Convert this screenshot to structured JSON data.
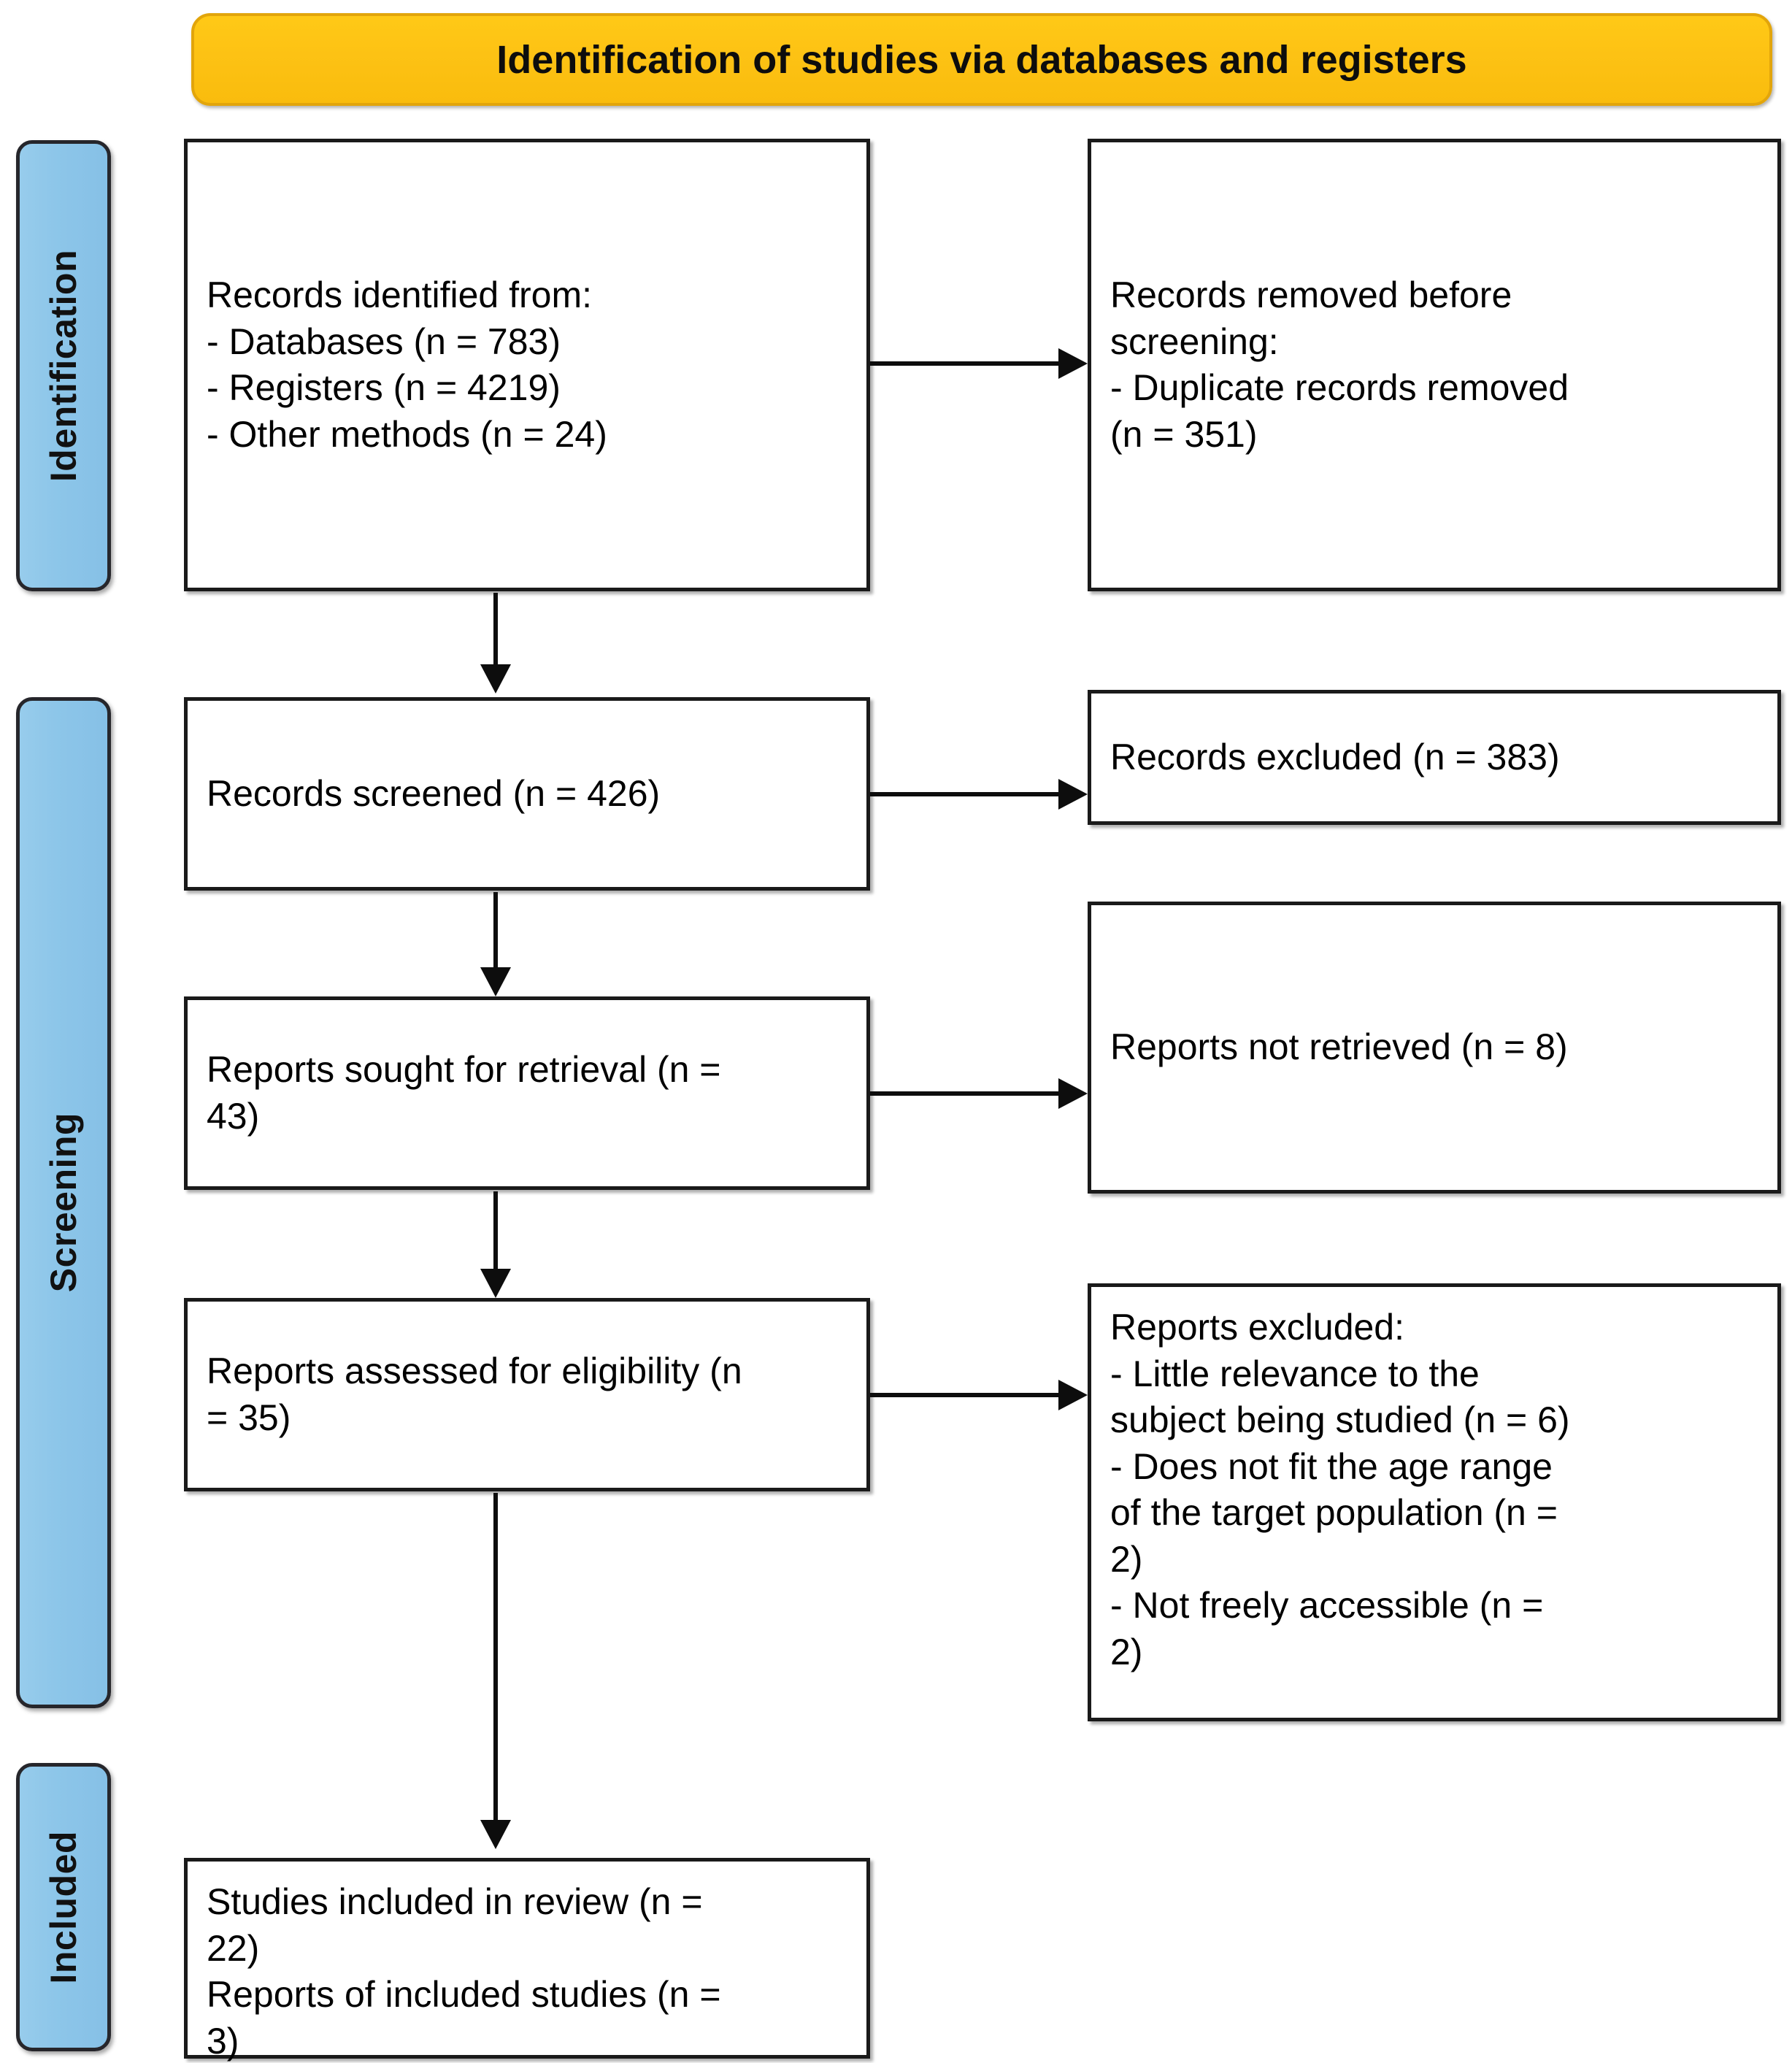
{
  "diagram": {
    "type": "prisma-flow-diagram",
    "header": {
      "title": "Identification of studies via databases and registers",
      "color": "#FDC214"
    },
    "stages": [
      {
        "id": "identification",
        "label": "Identification",
        "color": "#8CC5E8"
      },
      {
        "id": "screening",
        "label": "Screening",
        "color": "#8CC5E8"
      },
      {
        "id": "included",
        "label": "Included",
        "color": "#8CC5E8"
      }
    ],
    "nodes": [
      {
        "id": "records-identified",
        "column": "left",
        "stage": "identification",
        "text": "Records identified from:\n - Databases (n = 783)\n - Registers (n = 4219)\n - Other methods (n = 24)"
      },
      {
        "id": "records-removed",
        "column": "right",
        "stage": "identification",
        "text": "Records removed before\nscreening:\n  - Duplicate records removed\n(n = 351)"
      },
      {
        "id": "records-screened",
        "column": "left",
        "stage": "screening",
        "text": "Records screened (n = 426)"
      },
      {
        "id": "records-excluded",
        "column": "right",
        "stage": "screening",
        "text": "Records excluded (n = 383)"
      },
      {
        "id": "reports-sought",
        "column": "left",
        "stage": "screening",
        "text": "Reports sought for retrieval (n =\n43)"
      },
      {
        "id": "reports-not-retrieved",
        "column": "right",
        "stage": "screening",
        "text": "Reports not retrieved (n = 8)"
      },
      {
        "id": "reports-assessed",
        "column": "left",
        "stage": "screening",
        "text": "Reports assessed for eligibility (n\n= 35)"
      },
      {
        "id": "reports-excluded",
        "column": "right",
        "stage": "screening",
        "text": "Reports excluded:\n- Little relevance to the\nsubject being studied (n = 6)\n - Does not fit the age range\nof the target population (n =\n2)\n - Not freely accessible (n =\n2)"
      },
      {
        "id": "studies-included",
        "column": "left",
        "stage": "included",
        "text": "Studies included in review (n =\n22)\nReports of included studies (n =\n3)"
      }
    ],
    "counts": {
      "databases": 783,
      "registers": 4219,
      "other_methods": 24,
      "duplicates_removed": 351,
      "records_screened": 426,
      "records_excluded": 383,
      "reports_sought": 43,
      "reports_not_retrieved": 8,
      "reports_assessed": 35,
      "excluded_little_relevance": 6,
      "excluded_age_range": 2,
      "excluded_not_free": 2,
      "studies_included": 22,
      "reports_of_included_studies": 3
    }
  }
}
